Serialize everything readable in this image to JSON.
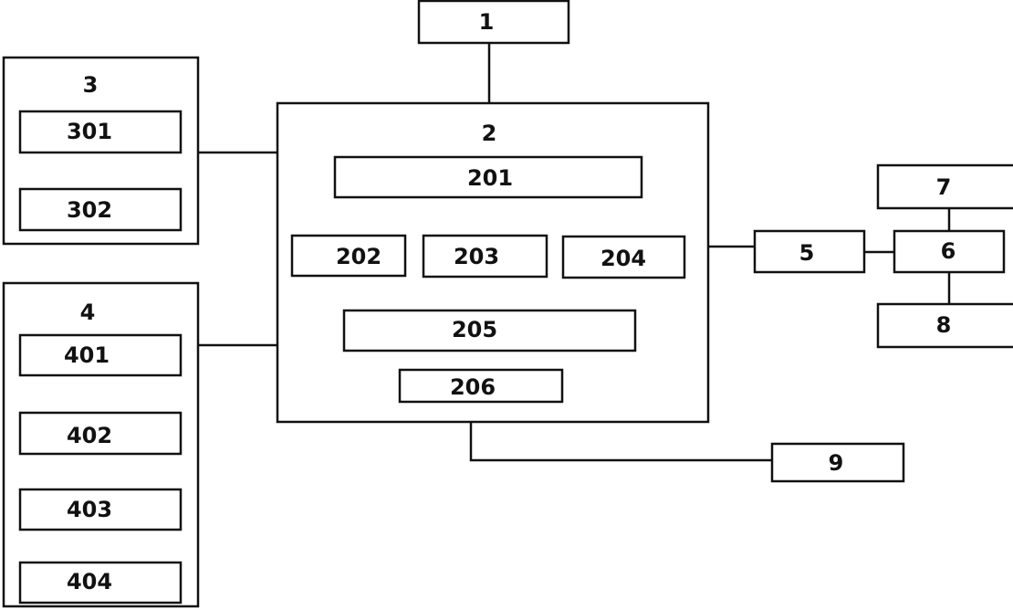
{
  "diagram": {
    "stroke_color": "#111111",
    "background_color": "#ffffff",
    "labels": {
      "n1": "1",
      "n2": "2",
      "n3": "3",
      "n4": "4",
      "n5": "5",
      "n6": "6",
      "n7": "7",
      "n8": "8",
      "n9": "9",
      "n201": "201",
      "n202": "202",
      "n203": "203",
      "n204": "204",
      "n205": "205",
      "n206": "206",
      "n301": "301",
      "n302": "302",
      "n401": "401",
      "n402": "402",
      "n403": "403",
      "n404": "404"
    }
  }
}
